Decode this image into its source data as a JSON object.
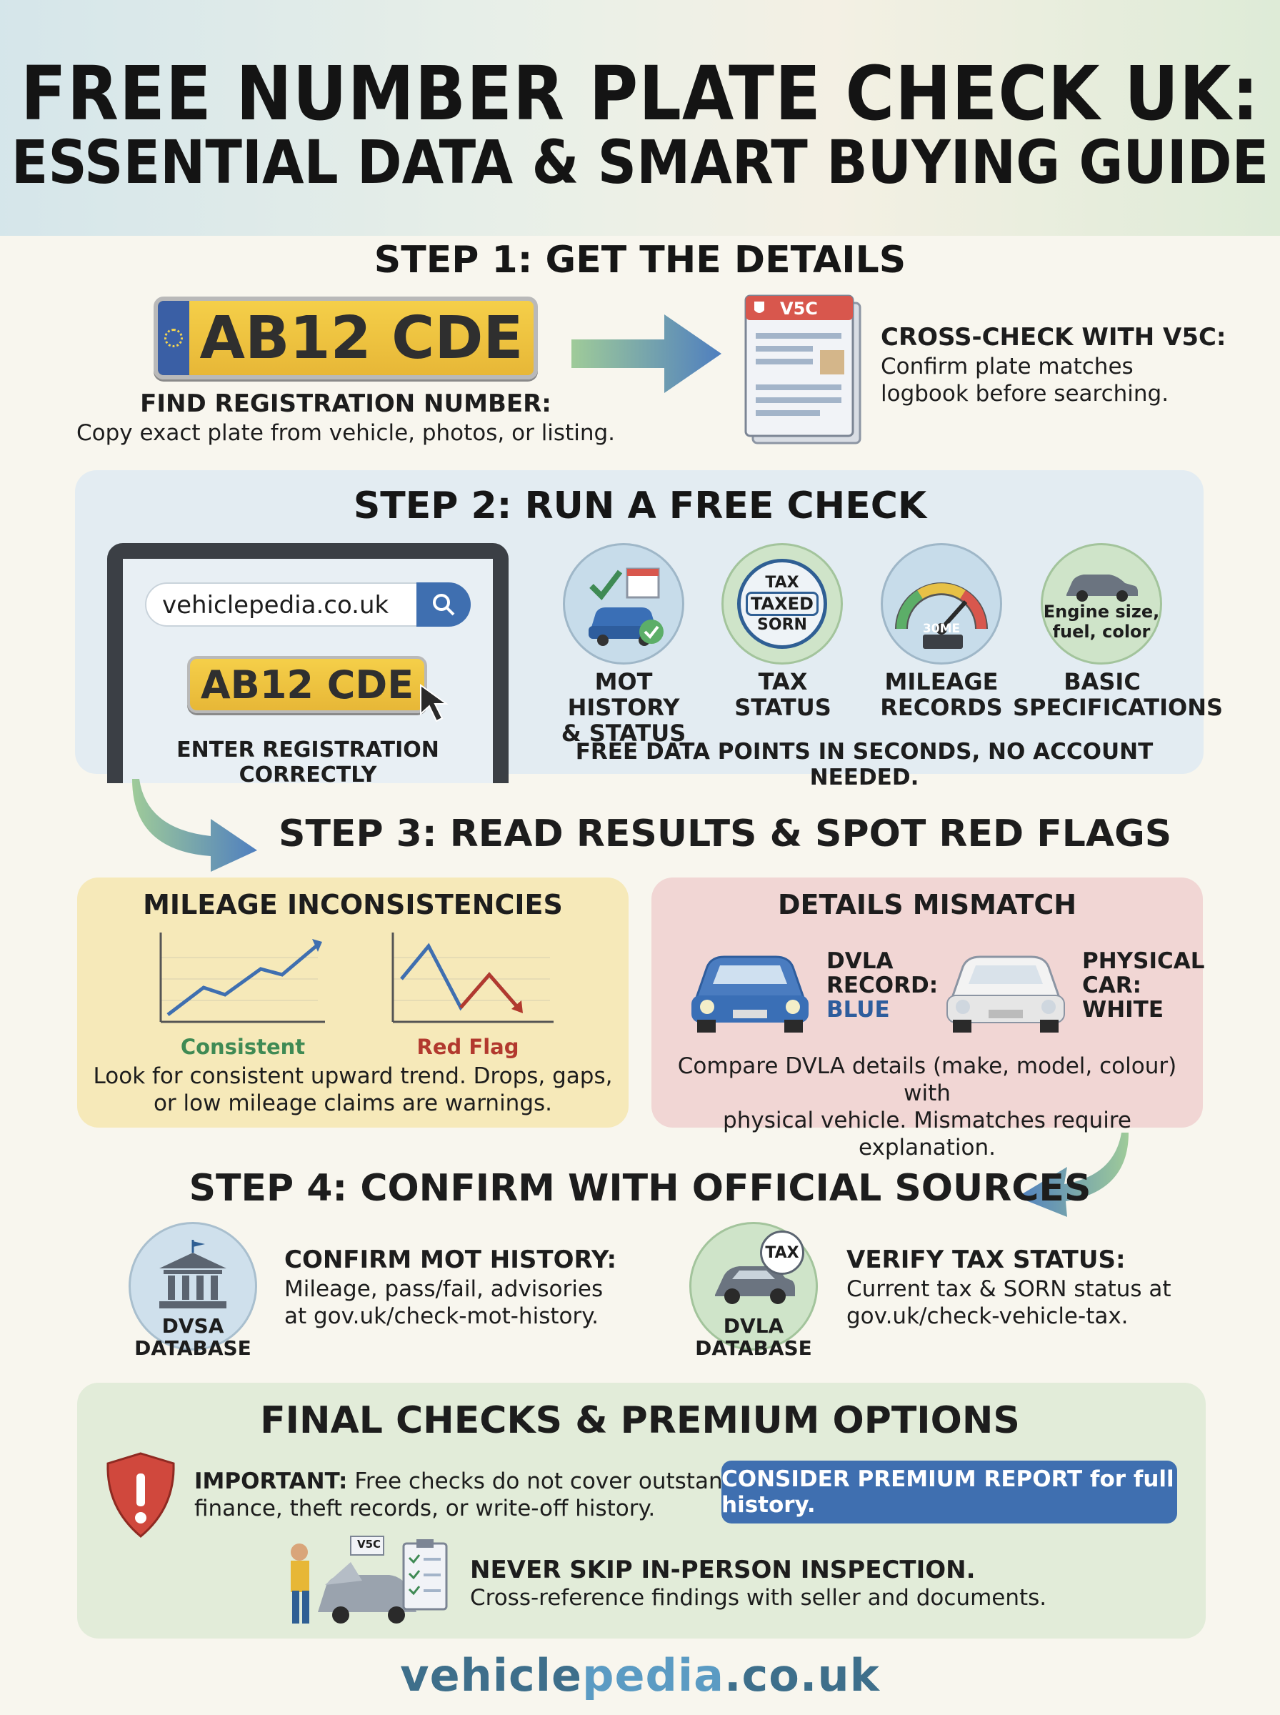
{
  "header": {
    "title_line1": "FREE NUMBER PLATE CHECK UK:",
    "title_line2": "ESSENTIAL DATA & SMART BUYING GUIDE"
  },
  "step1": {
    "title": "STEP 1: GET THE DETAILS",
    "plate": "AB12 CDE",
    "find_heading": "FIND REGISTRATION NUMBER:",
    "find_text": "Copy exact plate from vehicle, photos, or listing.",
    "v5c_label": "V5C",
    "cross_heading": "CROSS-CHECK WITH V5C:",
    "cross_line1": "Confirm plate matches",
    "cross_line2": "logbook before searching."
  },
  "step2": {
    "title": "STEP 2: RUN A FREE CHECK",
    "search_value": "vehiclepedia.co.uk",
    "plate": "AB12 CDE",
    "enter_label": "ENTER REGISTRATION CORRECTLY",
    "features": [
      {
        "line1": "MOT HISTORY",
        "line2": "& STATUS",
        "icon": "car-calendar-icon"
      },
      {
        "line1": "TAX",
        "line2": "STATUS",
        "icon": "tax-badge-icon"
      },
      {
        "line1": "MILEAGE",
        "line2": "RECORDS",
        "icon": "odometer-icon"
      },
      {
        "line1": "BASIC",
        "line2": "SPECIFICATIONS",
        "icon": "car-spec-icon"
      }
    ],
    "tax_badge": {
      "top": "TAX",
      "middle": "TAXED",
      "bottom": "SORN"
    },
    "odometer_text": "30ME",
    "spec_line1": "Engine size,",
    "spec_line2": "fuel, color",
    "footer": "FREE DATA POINTS IN SECONDS, NO ACCOUNT NEEDED."
  },
  "step3": {
    "title": "STEP 3: READ RESULTS & SPOT RED FLAGS",
    "mileage": {
      "heading": "MILEAGE INCONSISTENCIES",
      "consistent": "Consistent",
      "redflag": "Red Flag",
      "text_line1": "Look for consistent upward trend. Drops, gaps,",
      "text_line2": "or low mileage claims are warnings."
    },
    "mismatch": {
      "heading": "DETAILS MISMATCH",
      "dvla_line1": "DVLA",
      "dvla_line2": "RECORD:",
      "dvla_color": "BLUE",
      "phys_line1": "PHYSICAL",
      "phys_line2": "CAR:",
      "phys_color": "WHITE",
      "text_line1": "Compare DVLA details (make, model, colour) with",
      "text_line2": "physical vehicle. Mismatches require explanation."
    }
  },
  "step4": {
    "title": "STEP 4: CONFIRM WITH OFFICIAL SOURCES",
    "dvsa_line1": "DVSA",
    "dvsa_line2": "DATABASE",
    "mot_heading": "CONFIRM MOT HISTORY:",
    "mot_line1": "Mileage, pass/fail, advisories",
    "mot_line2": "at gov.uk/check-mot-history.",
    "dvla_line1": "DVLA",
    "dvla_line2": "DATABASE",
    "tax_bubble": "TAX",
    "tax_heading": "VERIFY TAX STATUS:",
    "tax_line1": "Current tax & SORN status at",
    "tax_line2": "gov.uk/check-vehicle-tax."
  },
  "final": {
    "title": "FINAL CHECKS & PREMIUM OPTIONS",
    "important_label": "IMPORTANT:",
    "important_rest": " Free checks do not cover outstanding",
    "important_line2": "finance, theft records, or write-off history.",
    "premium_button": "CONSIDER PREMIUM REPORT for full history.",
    "v5c_label": "V5C",
    "inspect_heading": "NEVER SKIP IN-PERSON INSPECTION.",
    "inspect_text": "Cross-reference findings with seller and documents."
  },
  "footer": {
    "brand_a": "vehicle",
    "brand_b": "pedia",
    "brand_c": ".co.uk"
  },
  "colors": {
    "accent_blue": "#3f6fb0",
    "plate_yellow": "#efc33f",
    "step2_panel": "#e3ecf2",
    "mileage_panel": "#f6e9b9",
    "mismatch_panel": "#f1d6d4",
    "final_panel": "#e2ecd9",
    "red_flag": "#b2392e",
    "consistent_green": "#3f8a54"
  }
}
